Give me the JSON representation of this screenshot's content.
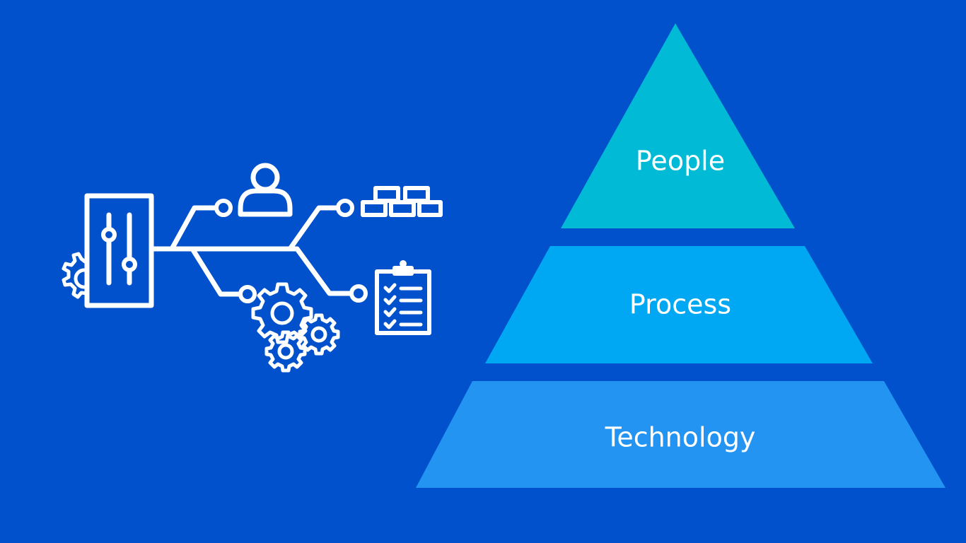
{
  "colors": {
    "background": "#0051CB",
    "icon_stroke": "#FFFFFF",
    "label_text": "#FFFFFF"
  },
  "pyramid": {
    "tiers": [
      {
        "label": "People",
        "color": "#00BAD6"
      },
      {
        "label": "Process",
        "color": "#00A7F2"
      },
      {
        "label": "Technology",
        "color": "#2494F2"
      }
    ]
  },
  "illustration": {
    "icons": [
      "control-panel-icon",
      "sliders-icon",
      "gear-icon",
      "user-icon",
      "bricks-icon",
      "clipboard-checklist-icon",
      "gears-cluster-icon"
    ]
  }
}
